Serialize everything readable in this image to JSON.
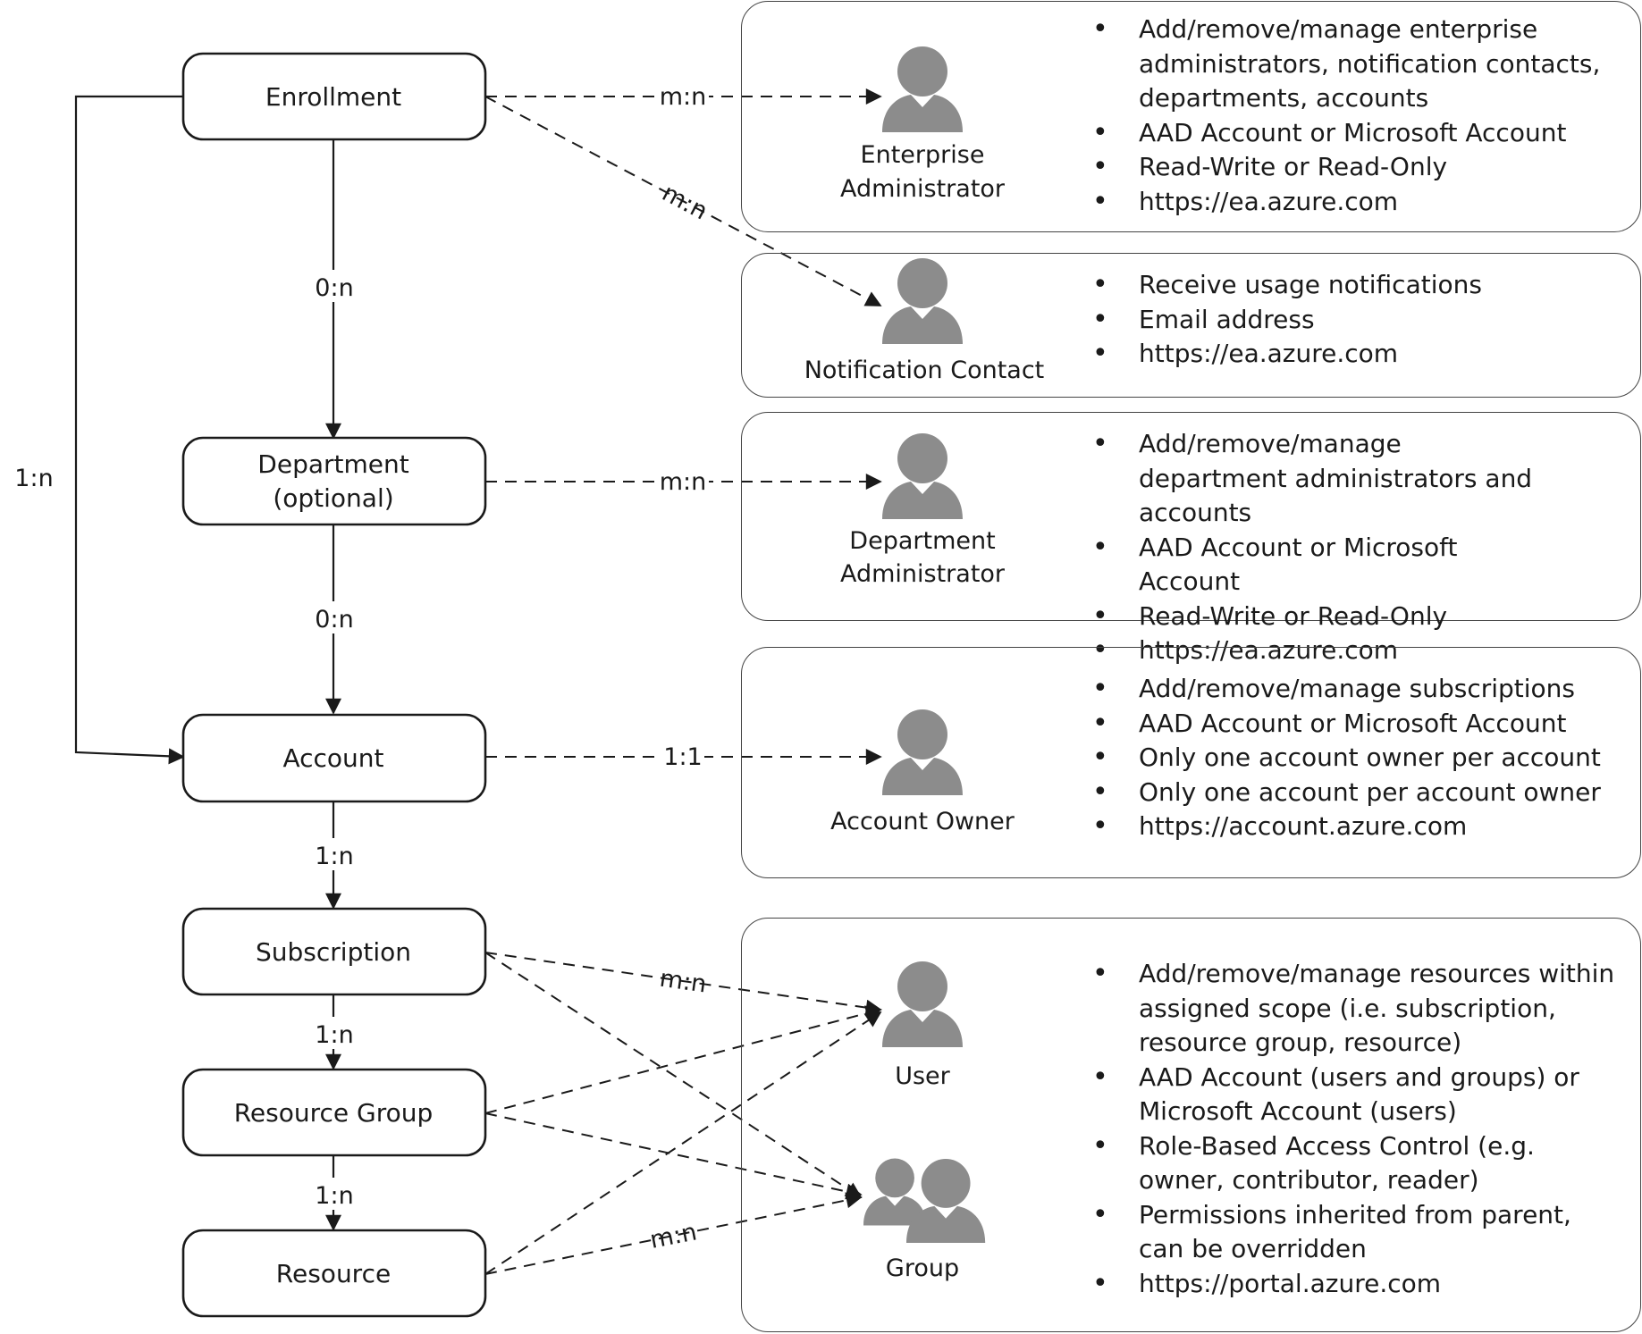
{
  "nodes": {
    "enrollment": "Enrollment",
    "department": [
      "Department",
      "(optional)"
    ],
    "account": "Account",
    "subscription": "Subscription",
    "resource_group": "Resource Group",
    "resource": "Resource"
  },
  "relations": {
    "enrollment_department": "0:n",
    "department_account": "0:n",
    "enrollment_account": "1:n",
    "account_subscription": "1:n",
    "subscription_resource_group": "1:n",
    "resource_group_resource": "1:n",
    "enrollment_enterprise_admin": "m:n",
    "enrollment_notification_contact": "m:n",
    "department_department_admin": "m:n",
    "account_account_owner": "1:1",
    "subscription_user": "m:n",
    "resource_group": "m:n"
  },
  "roles": {
    "enterprise_admin": [
      "Enterprise",
      "Administrator"
    ],
    "notification_contact": "Notification Contact",
    "department_admin": [
      "Department",
      "Administrator"
    ],
    "account_owner": "Account Owner",
    "user": "User",
    "group": "Group"
  },
  "panels": {
    "enterprise_admin": [
      "Add/remove/manage enterprise administrators, notification contacts, departments, accounts",
      "AAD Account or Microsoft Account",
      "Read-Write or Read-Only",
      "https://ea.azure.com"
    ],
    "notification_contact": [
      "Receive usage notifications",
      "Email address",
      "https://ea.azure.com"
    ],
    "department_admin": [
      "Add/remove/manage department administrators and accounts",
      "AAD Account or Microsoft Account",
      "Read-Write or Read-Only",
      "https://ea.azure.com"
    ],
    "account_owner": [
      "Add/remove/manage subscriptions",
      "AAD Account or Microsoft Account",
      "Only one account owner per account",
      "Only one account per account owner",
      "https://account.azure.com"
    ],
    "user_group": [
      "Add/remove/manage resources within assigned scope (i.e. subscription, resource group, resource)",
      "AAD Account (users and groups) or Microsoft Account (users)",
      "Role-Based Access Control (e.g. owner, contributor, reader)",
      "Permissions inherited from parent, can be overridden",
      "https://portal.azure.com"
    ]
  }
}
